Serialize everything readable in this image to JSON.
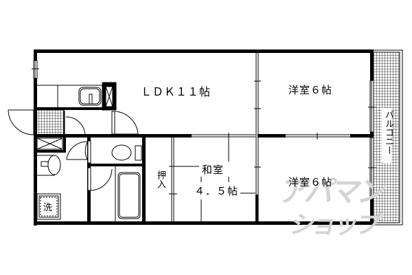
{
  "floor_plan": {
    "rooms": {
      "ldk": {
        "label": "ＬＤＫ１１帖"
      },
      "western_room_north": {
        "label": "洋室６帖"
      },
      "western_room_south": {
        "label": "洋室６帖"
      },
      "japanese_room": {
        "label_line1": "和室",
        "label_line2": "４．５帖"
      },
      "closet": {
        "label": "押入"
      },
      "balcony": {
        "label": "バルコニー"
      },
      "washer": {
        "label": "洗"
      }
    },
    "watermark": {
      "line1": "アパマン",
      "line2": "ショップ"
    },
    "colors": {
      "wall": "#000000",
      "background": "#ffffff",
      "watermark": "#d4d4d4"
    }
  }
}
